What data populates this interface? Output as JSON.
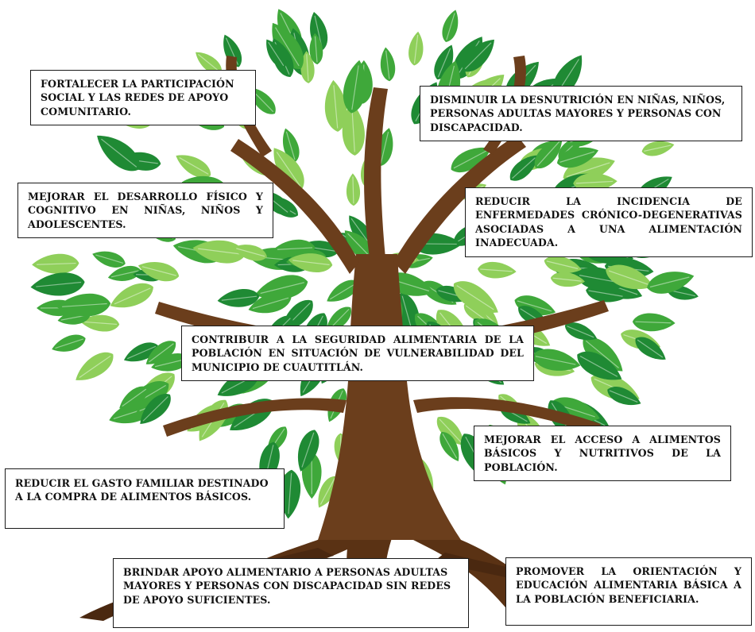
{
  "colors": {
    "leaf_dark": "#1f8a34",
    "leaf_mid": "#3fa83a",
    "leaf_light": "#8fcf5a",
    "trunk": "#6b3e1c",
    "trunk_dark": "#4a2810"
  },
  "boxes": {
    "participation": "FORTALECER LA PARTICIPACIÓN SOCIAL Y LAS REDES DE APOYO COMUNITARIO.",
    "malnutrition": "DISMINUIR LA DESNUTRICIÓN EN NIÑAS, NIÑOS, PERSONAS ADULTAS MAYORES Y PERSONAS CON DISCAPACIDAD.",
    "development": "MEJORAR EL DESARROLLO FÍSICO Y COGNITIVO EN NIÑAS, NIÑOS Y ADOLESCENTES.",
    "chronic": "REDUCIR LA INCIDENCIA DE ENFERMEDADES CRÓNICO-DEGENERATIVAS ASOCIADAS A UNA ALIMENTACIÓN INADECUADA.",
    "central": "CONTRIBUIR A LA SEGURIDAD ALIMENTARIA DE LA POBLACIÓN EN SITUACIÓN DE VULNERABILIDAD DEL MUNICIPIO DE CUAUTITLÁN.",
    "access": "MEJORAR EL ACCESO A ALIMENTOS BÁSICOS Y NUTRITIVOS DE LA POBLACIÓN.",
    "expense": "REDUCIR EL GASTO FAMILIAR DESTINADO A LA COMPRA DE ALIMENTOS BÁSICOS.",
    "support": "BRINDAR APOYO ALIMENTARIO A PERSONAS ADULTAS MAYORES Y PERSONAS CON DISCAPACIDAD SIN REDES DE APOYO SUFICIENTES.",
    "education": "PROMOVER LA ORIENTACIÓN Y EDUCACIÓN ALIMENTARIA BÁSICA A LA POBLACIÓN BENEFICIARIA."
  }
}
